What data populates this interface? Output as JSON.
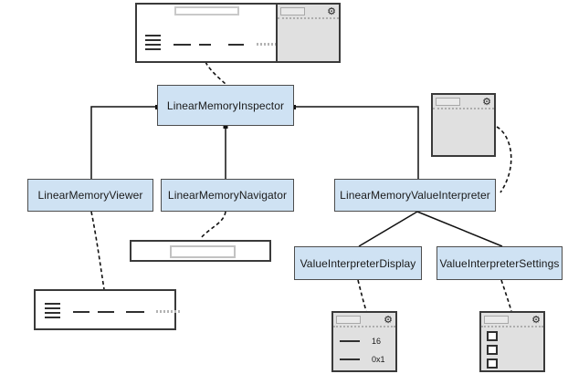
{
  "diagram": {
    "nodes": [
      {
        "id": "inspector",
        "label": "LinearMemoryInspector"
      },
      {
        "id": "viewer",
        "label": "LinearMemoryViewer"
      },
      {
        "id": "navigator",
        "label": "LinearMemoryNavigator"
      },
      {
        "id": "value_interpreter",
        "label": "LinearMemoryValueInterpreter"
      },
      {
        "id": "display",
        "label": "ValueInterpreterDisplay"
      },
      {
        "id": "settings",
        "label": "ValueInterpreterSettings"
      }
    ],
    "mocks": {
      "display_rows": [
        {
          "value": "16"
        },
        {
          "value": "0x1"
        }
      ]
    },
    "icons": {
      "gear": "⚙"
    },
    "colors": {
      "node_fill": "#cfe2f3",
      "node_border": "#4d4d4d",
      "mock_border": "#3a3a3a",
      "panel_fill": "#e0e0e0",
      "connector": "#111111"
    }
  }
}
